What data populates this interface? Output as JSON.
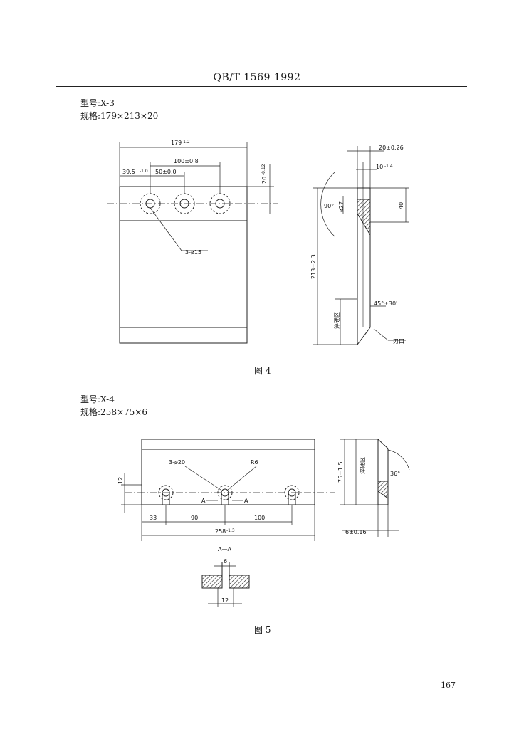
{
  "header": "QB/T 1569  1992",
  "fig4": {
    "model": "型号:X-3",
    "spec": "规格:179×213×20",
    "caption": "图 4",
    "dim_width": "179",
    "dim_width_tol": "-1.2",
    "dim_holes": "100±0.8",
    "dim_pitch": "50±0.0",
    "dim_offset": "39.5",
    "dim_offset_tol": "-1.0",
    "dim_hole_row": "20",
    "dim_hole_row_tol": "-0.12",
    "holes_label": "3-ø15",
    "dim_thick": "20±0.26",
    "dim_step": "10",
    "dim_step_tol": "-1.4",
    "dim_angle": "90°",
    "dim_bore": "ø27",
    "dim_40": "40",
    "dim_height": "213±2.3",
    "dim_bevel": "45°±30′",
    "hardened_zone": "淬硬区",
    "edge_label": "刃口"
  },
  "fig5": {
    "model": "型号:X-4",
    "spec": "规格:258×75×6",
    "caption": "图 5",
    "holes_label": "3-ø20",
    "radius_label": "R6",
    "dim_12": "12",
    "dim_33": "33",
    "dim_90": "90",
    "dim_100": "100",
    "dim_width": "258",
    "dim_width_tol": "-1.3",
    "dim_height": "75±1.5",
    "hardened_zone": "淬硬区",
    "dim_angle": "36°",
    "dim_thick": "6±0.16",
    "section_A": "A",
    "section_title": "A—A",
    "sec_dim_6": "6",
    "sec_dim_12": "12"
  },
  "page_number": "167"
}
